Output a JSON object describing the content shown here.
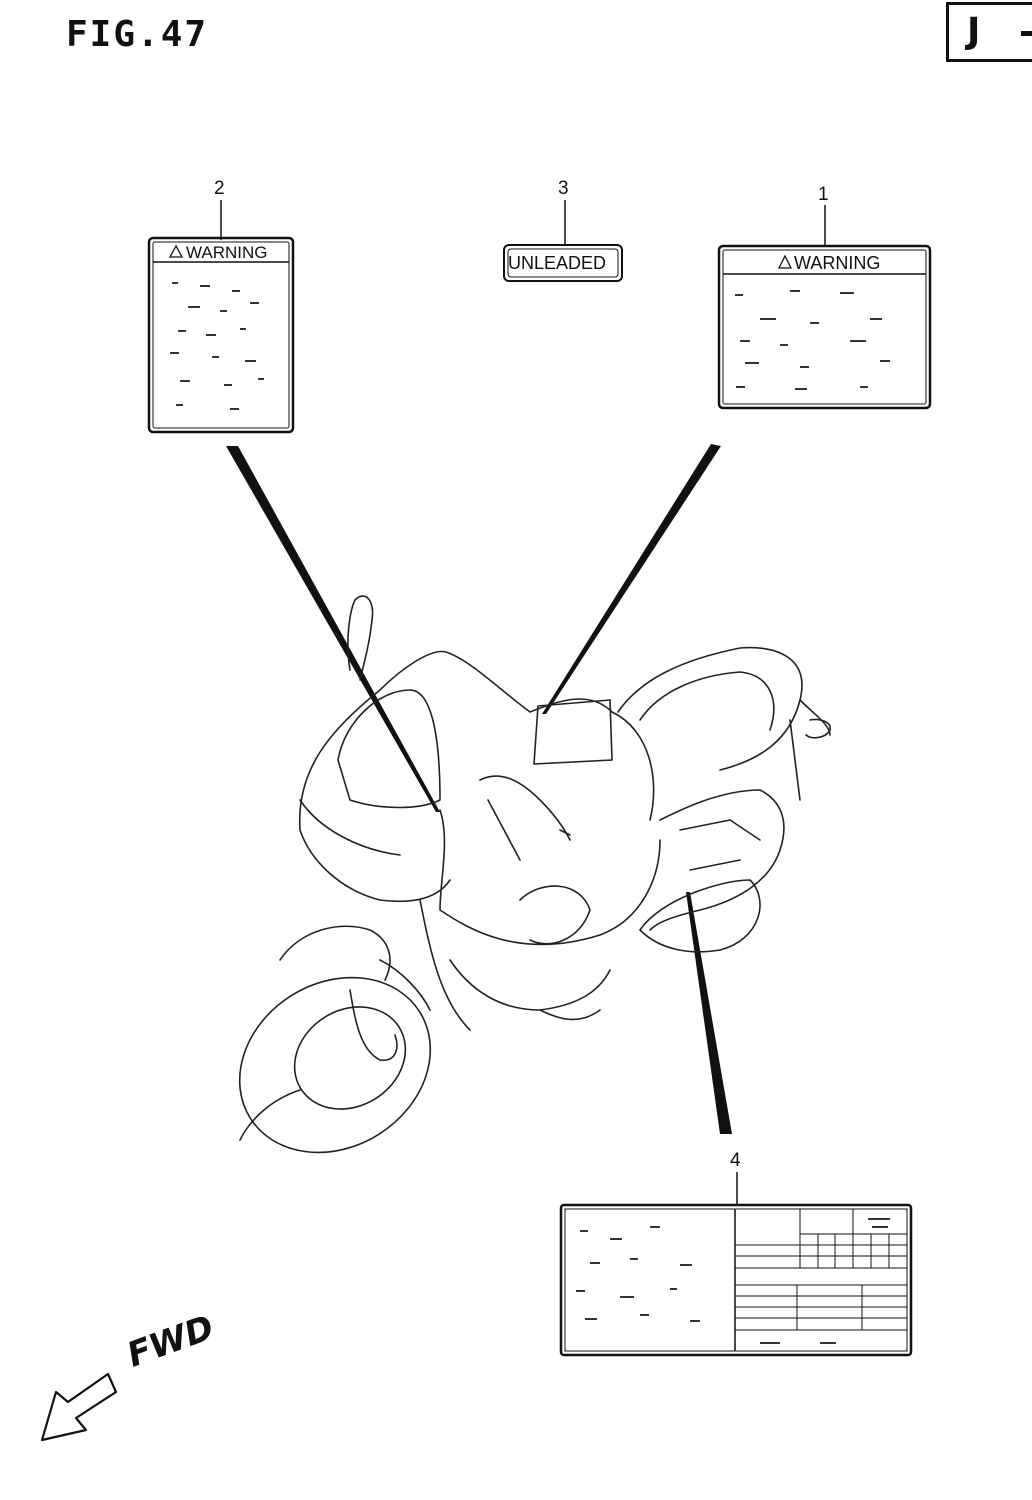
{
  "figure": {
    "title": "FIG.47"
  },
  "region_badge": {
    "text": "J"
  },
  "callouts": [
    {
      "number": "2",
      "label_heading": "WARNING"
    },
    {
      "number": "3",
      "label_heading": "UNLEADED"
    },
    {
      "number": "1",
      "label_heading": "WARNING"
    },
    {
      "number": "4",
      "label_heading": ""
    }
  ],
  "direction": {
    "text": "FWD"
  },
  "icons": {
    "warning": "warning-triangle-icon",
    "direction": "arrow-left-icon"
  }
}
